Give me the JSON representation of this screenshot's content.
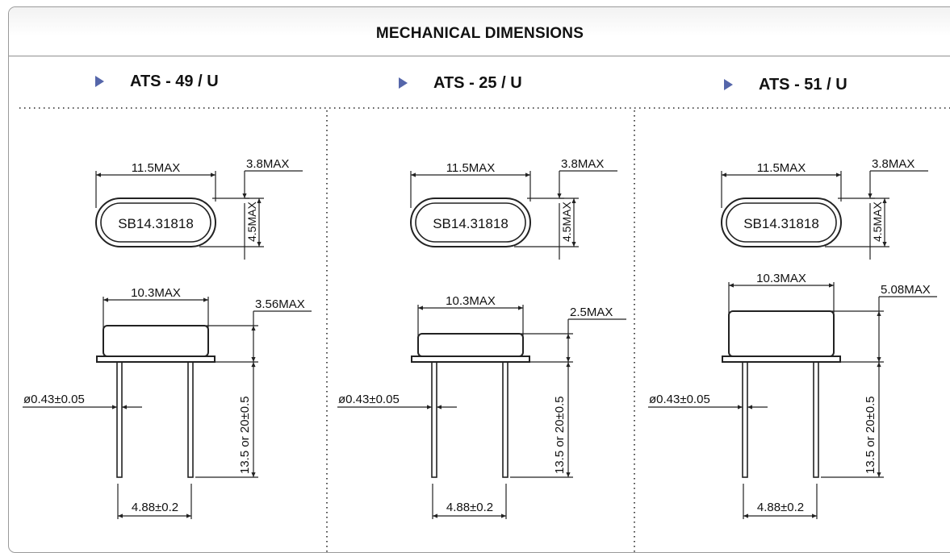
{
  "header": {
    "title": "MECHANICAL DIMENSIONS"
  },
  "icons": {
    "bullet": "triangle-right-icon",
    "bullet_color": "#5566aa"
  },
  "models": [
    {
      "name": "ATS - 49 / U",
      "marking": "SB14.31818",
      "top_width": "11.5MAX",
      "top_thickness": "3.8MAX",
      "top_height": "4.5MAX",
      "body_width": "10.3MAX",
      "body_height": "3.56MAX",
      "lead_length": "13.5 or 20±0.5",
      "lead_diameter": "ø0.43±0.05",
      "lead_spacing": "4.88±0.2"
    },
    {
      "name": "ATS - 25 / U",
      "marking": "SB14.31818",
      "top_width": "11.5MAX",
      "top_thickness": "3.8MAX",
      "top_height": "4.5MAX",
      "body_width": "10.3MAX",
      "body_height": "2.5MAX",
      "lead_length": "13.5 or 20±0.5",
      "lead_diameter": "ø0.43±0.05",
      "lead_spacing": "4.88±0.2"
    },
    {
      "name": "ATS - 51 / U",
      "marking": "SB14.31818",
      "top_width": "11.5MAX",
      "top_thickness": "3.8MAX",
      "top_height": "4.5MAX",
      "body_width": "10.3MAX",
      "body_height": "5.08MAX",
      "lead_length": "13.5 or 20±0.5",
      "lead_diameter": "ø0.43±0.05",
      "lead_spacing": "4.88±0.2"
    }
  ]
}
